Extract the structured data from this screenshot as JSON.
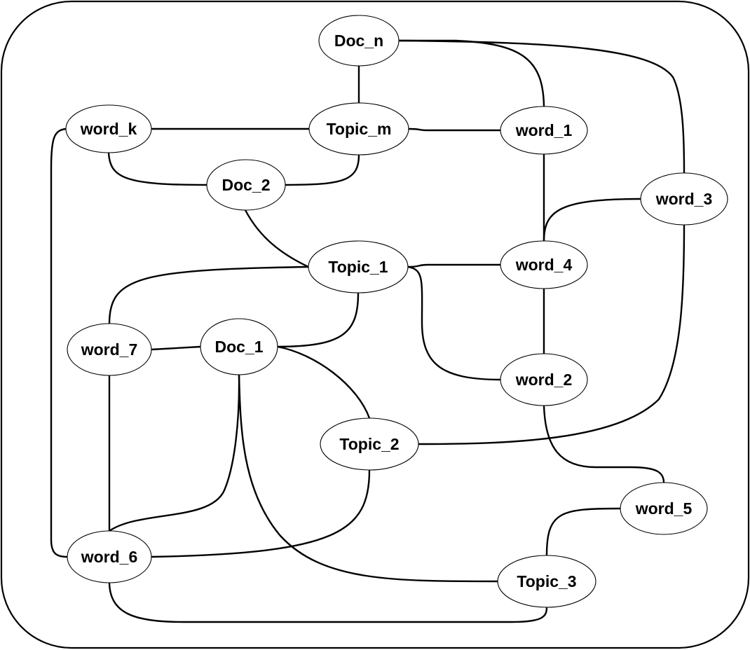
{
  "diagram": {
    "type": "bipartite-graph",
    "description": "Document-Topic-Word graph",
    "nodes": [
      {
        "id": "doc_n",
        "label": "Doc_n",
        "kind": "document"
      },
      {
        "id": "topic_m",
        "label": "Topic_m",
        "kind": "topic"
      },
      {
        "id": "word_1",
        "label": "word_1",
        "kind": "word"
      },
      {
        "id": "word_k",
        "label": "word_k",
        "kind": "word"
      },
      {
        "id": "doc_2",
        "label": "Doc_2",
        "kind": "document"
      },
      {
        "id": "word_3",
        "label": "word_3",
        "kind": "word"
      },
      {
        "id": "topic_1",
        "label": "Topic_1",
        "kind": "topic"
      },
      {
        "id": "word_4",
        "label": "word_4",
        "kind": "word"
      },
      {
        "id": "word_7",
        "label": "word_7",
        "kind": "word"
      },
      {
        "id": "doc_1",
        "label": "Doc_1",
        "kind": "document"
      },
      {
        "id": "word_2",
        "label": "word_2",
        "kind": "word"
      },
      {
        "id": "topic_2",
        "label": "Topic_2",
        "kind": "topic"
      },
      {
        "id": "word_5",
        "label": "word_5",
        "kind": "word"
      },
      {
        "id": "word_6",
        "label": "word_6",
        "kind": "word"
      },
      {
        "id": "topic_3",
        "label": "Topic_3",
        "kind": "topic"
      }
    ],
    "edges": [
      {
        "from": "doc_n",
        "to": "topic_m"
      },
      {
        "from": "doc_n",
        "to": "word_1"
      },
      {
        "from": "doc_n",
        "to": "word_3"
      },
      {
        "from": "word_k",
        "to": "topic_m"
      },
      {
        "from": "topic_m",
        "to": "word_1"
      },
      {
        "from": "word_k",
        "to": "doc_2"
      },
      {
        "from": "doc_2",
        "to": "topic_m"
      },
      {
        "from": "word_k",
        "to": "word_6"
      },
      {
        "from": "word_1",
        "to": "word_4"
      },
      {
        "from": "word_3",
        "to": "word_4"
      },
      {
        "from": "word_3",
        "to": "topic_2"
      },
      {
        "from": "doc_2",
        "to": "topic_1"
      },
      {
        "from": "topic_1",
        "to": "word_7"
      },
      {
        "from": "topic_1",
        "to": "word_4"
      },
      {
        "from": "topic_1",
        "to": "word_2"
      },
      {
        "from": "topic_1",
        "to": "doc_1"
      },
      {
        "from": "word_4",
        "to": "word_2"
      },
      {
        "from": "word_7",
        "to": "doc_1"
      },
      {
        "from": "word_7",
        "to": "word_6"
      },
      {
        "from": "doc_1",
        "to": "topic_2"
      },
      {
        "from": "doc_1",
        "to": "word_6"
      },
      {
        "from": "doc_1",
        "to": "topic_3"
      },
      {
        "from": "word_2",
        "to": "word_5"
      },
      {
        "from": "topic_2",
        "to": "word_6"
      },
      {
        "from": "word_5",
        "to": "topic_3"
      },
      {
        "from": "word_6",
        "to": "topic_3"
      }
    ]
  }
}
